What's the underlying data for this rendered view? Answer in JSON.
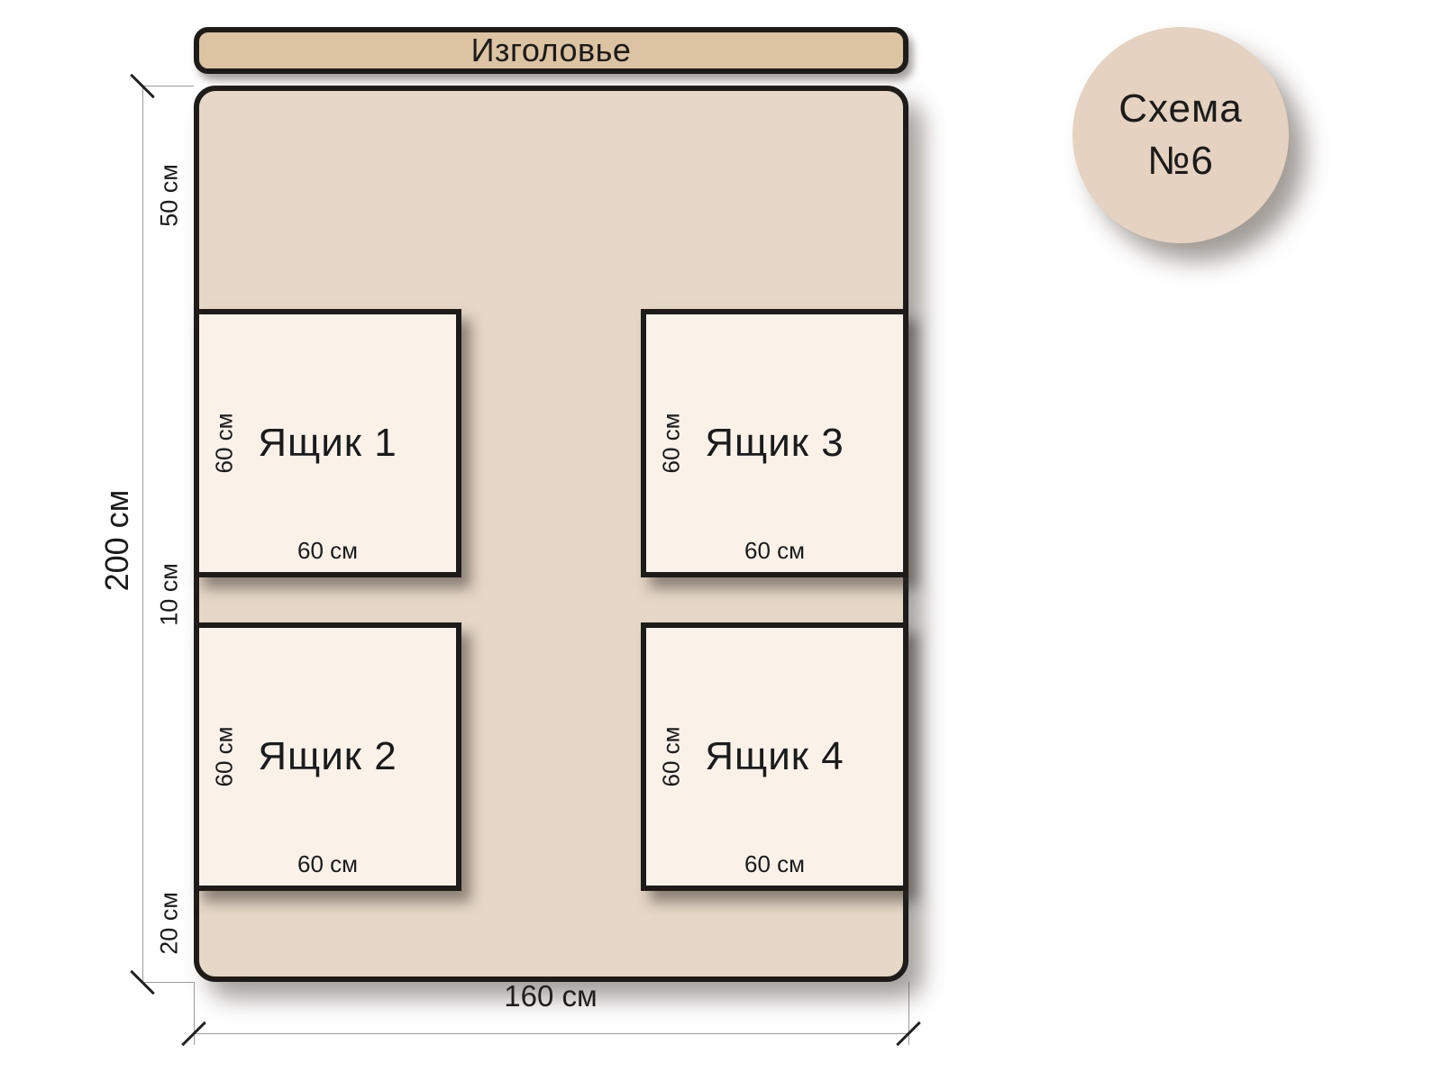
{
  "badge": {
    "line1": "Схема",
    "line2": "№6"
  },
  "headboard": {
    "label": "Изголовье"
  },
  "drawers": [
    {
      "label": "Ящик 1",
      "width_label": "60 см",
      "height_label": "60 см"
    },
    {
      "label": "Ящик 2",
      "width_label": "60 см",
      "height_label": "60 см"
    },
    {
      "label": "Ящик 3",
      "width_label": "60 см",
      "height_label": "60 см"
    },
    {
      "label": "Ящик 4",
      "width_label": "60 см",
      "height_label": "60 см"
    }
  ],
  "dimensions": {
    "bed_height": "200 см",
    "bed_width": "160 см",
    "gap_top": "50 см",
    "gap_middle": "10 см",
    "gap_bottom": "20 см"
  },
  "colors": {
    "headboard_fill": "#dcc3a1",
    "bed_fill": "#e6d7c7",
    "drawer_fill": "#faf1e9",
    "badge_fill": "#e5d2c0",
    "outline": "#1e1c1a",
    "dimension_line": "#9b9b9b",
    "text": "#1b1b1b"
  }
}
